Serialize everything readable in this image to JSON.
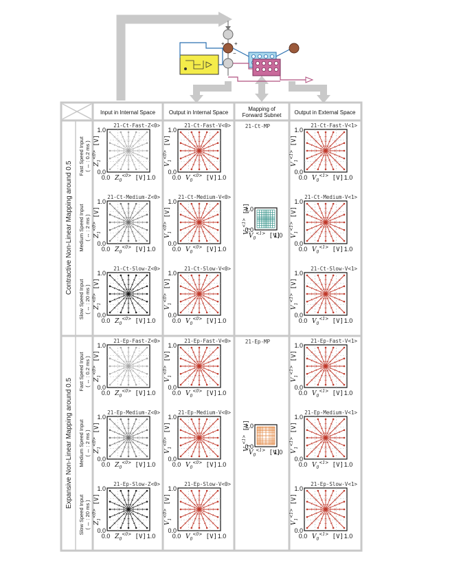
{
  "headers": {
    "col1": "Input in Internal Space",
    "col2": "Output in Internal Space",
    "col3_line1": "Mapping of",
    "col3_line2": "Forward Subnet",
    "col4": "Output in External Space"
  },
  "sections": [
    {
      "label": "Contractive Non-Linear Mapping around 0.5",
      "mapping": {
        "title": "21-Ct-MP",
        "color": "#2f8f86",
        "kind": "contractive"
      },
      "rows": [
        {
          "speed_line1": "Fast Speed Input",
          "speed_line2": "( ↔ : 0.2 ms )",
          "speed": "fast",
          "titles": [
            "21-Ct-Fast-Z<0>",
            "21-Ct-Fast-V<0>",
            "21-Ct-Fast-V<1>"
          ]
        },
        {
          "speed_line1": "Medium Speed Input",
          "speed_line2": "( ↔ : 2 ms )",
          "speed": "medium",
          "titles": [
            "21-Ct-Medium-Z<0>",
            "21-Ct-Medium-V<0>",
            "21-Ct-Medium-V<1>"
          ]
        },
        {
          "speed_line1": "Slow Speed Input",
          "speed_line2": "( ↔ : 20 ms )",
          "speed": "slow",
          "titles": [
            "21-Ct-Slow-Z<0>",
            "21-Ct-Slow-V<0>",
            "21-Ct-Slow-V<1>"
          ]
        }
      ]
    },
    {
      "label": "Expansive Non-Linear Mapping around 0.5",
      "mapping": {
        "title": "21-Ep-MP",
        "color": "#e0823a",
        "kind": "expansive"
      },
      "rows": [
        {
          "speed_line1": "Fast Speed Input",
          "speed_line2": "( ↔ : 0.2 ms )",
          "speed": "fast",
          "titles": [
            "21-Ep-Fast-Z<0>",
            "21-Ep-Fast-V<0>",
            "21-Ep-Fast-V<1>"
          ]
        },
        {
          "speed_line1": "Medium Speed Input",
          "speed_line2": "( ↔ : 2 ms )",
          "speed": "medium",
          "titles": [
            "21-Ep-Medium-Z<0>",
            "21-Ep-Medium-V<0>",
            "21-Ep-Medium-V<1>"
          ]
        },
        {
          "speed_line1": "Slow Speed Input",
          "speed_line2": "( ↔ : 20 ms )",
          "speed": "slow",
          "titles": [
            "21-Ep-Slow-Z<0>",
            "21-Ep-Slow-V<0>",
            "21-Ep-Slow-V<1>"
          ]
        }
      ]
    }
  ],
  "axes": {
    "tick_min": "0.0",
    "tick_max": "1.0",
    "range": [
      0,
      1
    ],
    "col1_x": "Z",
    "col1_y": "Z",
    "col_v_x": "V",
    "col_v_y": "V",
    "sub0": "0",
    "sub1": "1",
    "sup0": "<0>",
    "sup1": "<1>",
    "unit": "[V]"
  },
  "colors": {
    "grid_border": "#c8c8c8",
    "output_red": "#c0392b",
    "input_fast": "#a8a8a8",
    "input_medium": "#707070",
    "input_slow": "#1a1a1a",
    "diagram_yellow": "#f4ec4a",
    "diagram_blue": "#a9d8ec",
    "diagram_pink": "#c96a9b",
    "diagram_brown": "#9b5a3b"
  }
}
